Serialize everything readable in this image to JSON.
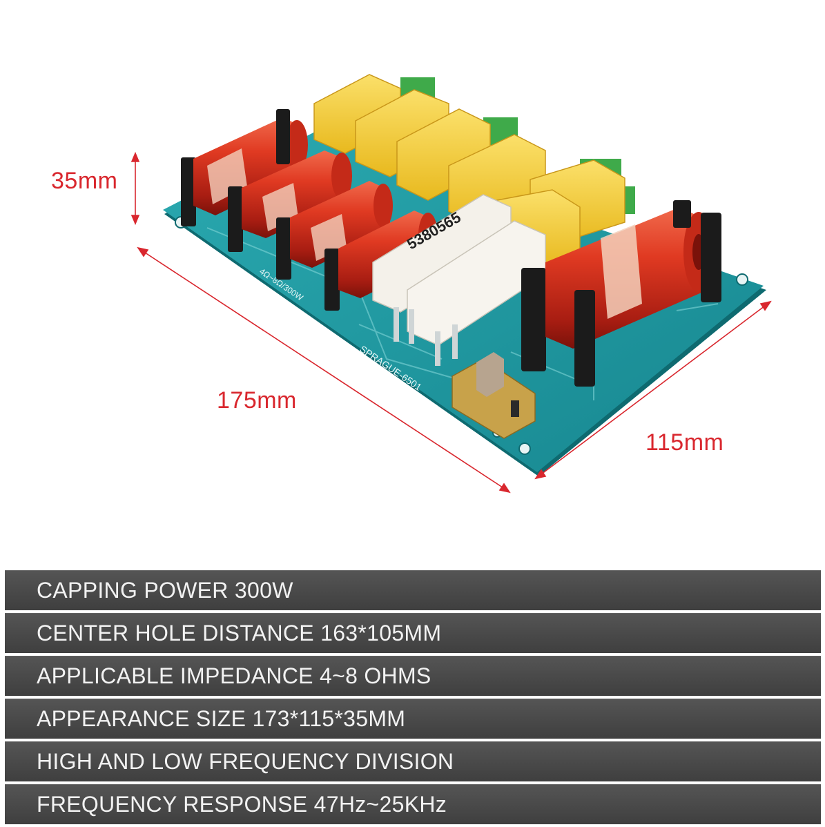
{
  "product": {
    "image_name": "speaker-crossover-board",
    "colors": {
      "pcb": "#1f9aa3",
      "coil": "#d8321f",
      "capacitor": "#f5cf2f",
      "resistor": "#f4f1ea",
      "dimension": "#d9272e",
      "spec_bar": "#4b4b4b"
    },
    "resistor_label": "5380565",
    "pcb_silkscreen": [
      "SPRAGUE-6501",
      "4Ω~8Ω/300W"
    ],
    "dimensions": {
      "height": "35mm",
      "length": "175mm",
      "width": "115mm"
    }
  },
  "specs": [
    "CAPPING POWER 300W",
    "CENTER HOLE DISTANCE 163*105MM",
    "APPLICABLE IMPEDANCE 4~8 OHMS",
    "APPEARANCE SIZE 173*115*35MM",
    "HIGH AND LOW FREQUENCY DIVISION",
    "FREQUENCY RESPONSE 47Hz~25KHz"
  ]
}
